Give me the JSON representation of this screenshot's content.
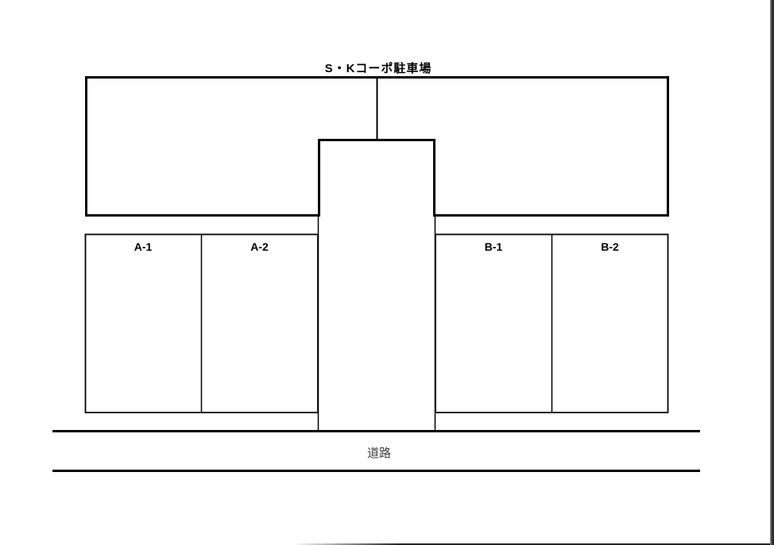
{
  "title": "S・Kコーポ駐車場",
  "parking": {
    "group_a": {
      "spaces": [
        {
          "label": "A-1"
        },
        {
          "label": "A-2"
        }
      ]
    },
    "group_b": {
      "spaces": [
        {
          "label": "B-1"
        },
        {
          "label": "B-2"
        }
      ]
    }
  },
  "road": {
    "label": "道路"
  },
  "colors": {
    "line": "#000000",
    "road_text": "#3c3c3c",
    "page_edge": "#3a3a3a",
    "background": "#ffffff"
  }
}
